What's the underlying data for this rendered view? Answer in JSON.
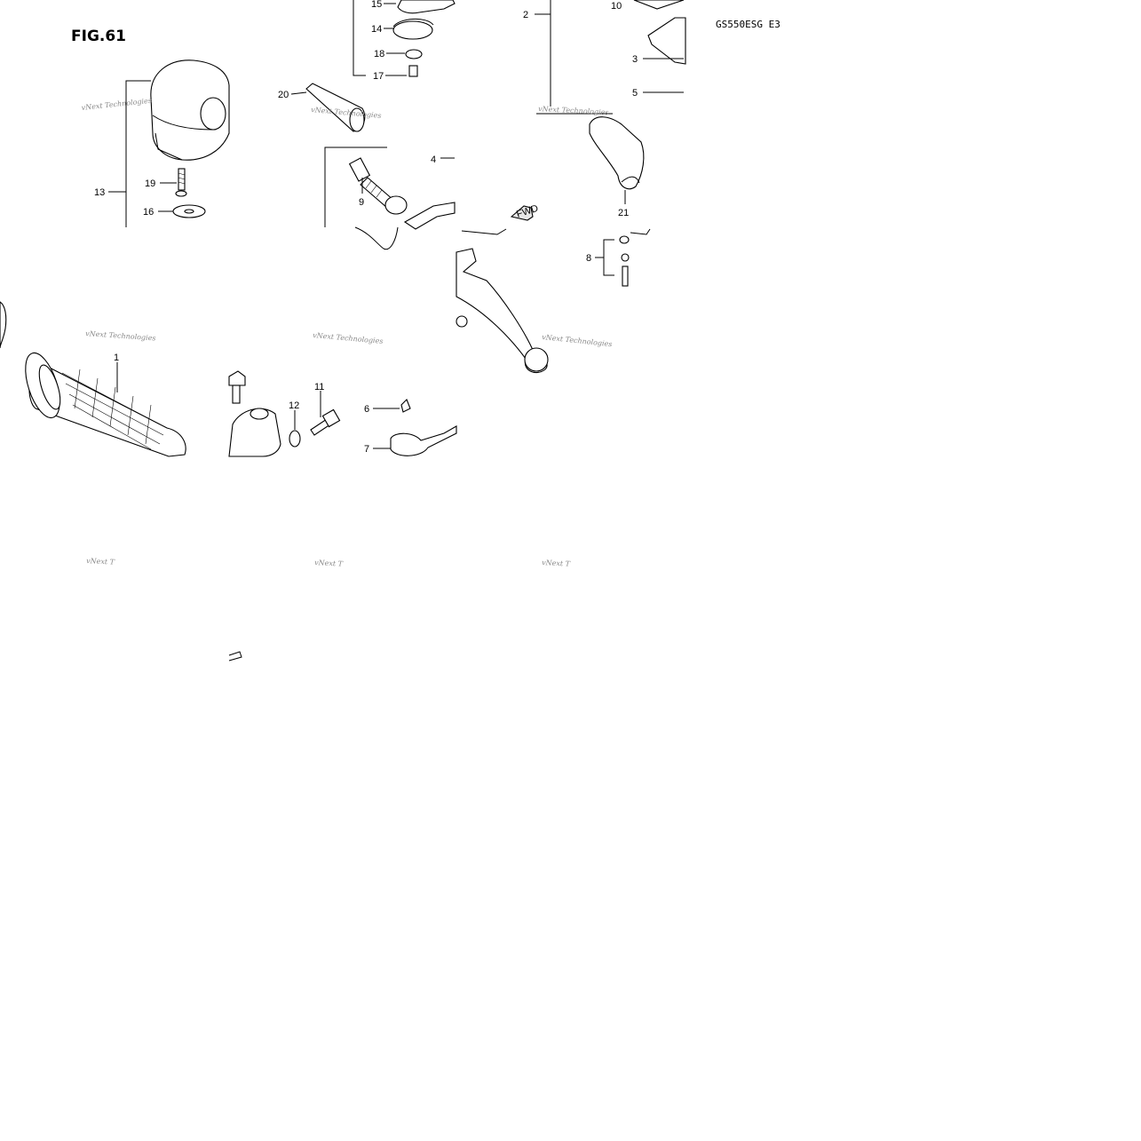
{
  "figure": {
    "title": "FIG.61",
    "model_code": "GS550ESG E3"
  },
  "callouts": {
    "c1": "1",
    "c2": "2",
    "c3": "3",
    "c4": "4",
    "c5": "5",
    "c6": "6",
    "c7": "7",
    "c8": "8",
    "c9": "9",
    "c10": "10",
    "c11": "11",
    "c12": "12",
    "c13": "13",
    "c14": "14",
    "c15": "15",
    "c16": "16",
    "c17": "17",
    "c18": "18",
    "c19": "19",
    "c20": "20",
    "c21": "21"
  },
  "arrow_label": "FWD",
  "watermark": {
    "text": "vNext Technologies",
    "short": "vNext T"
  }
}
